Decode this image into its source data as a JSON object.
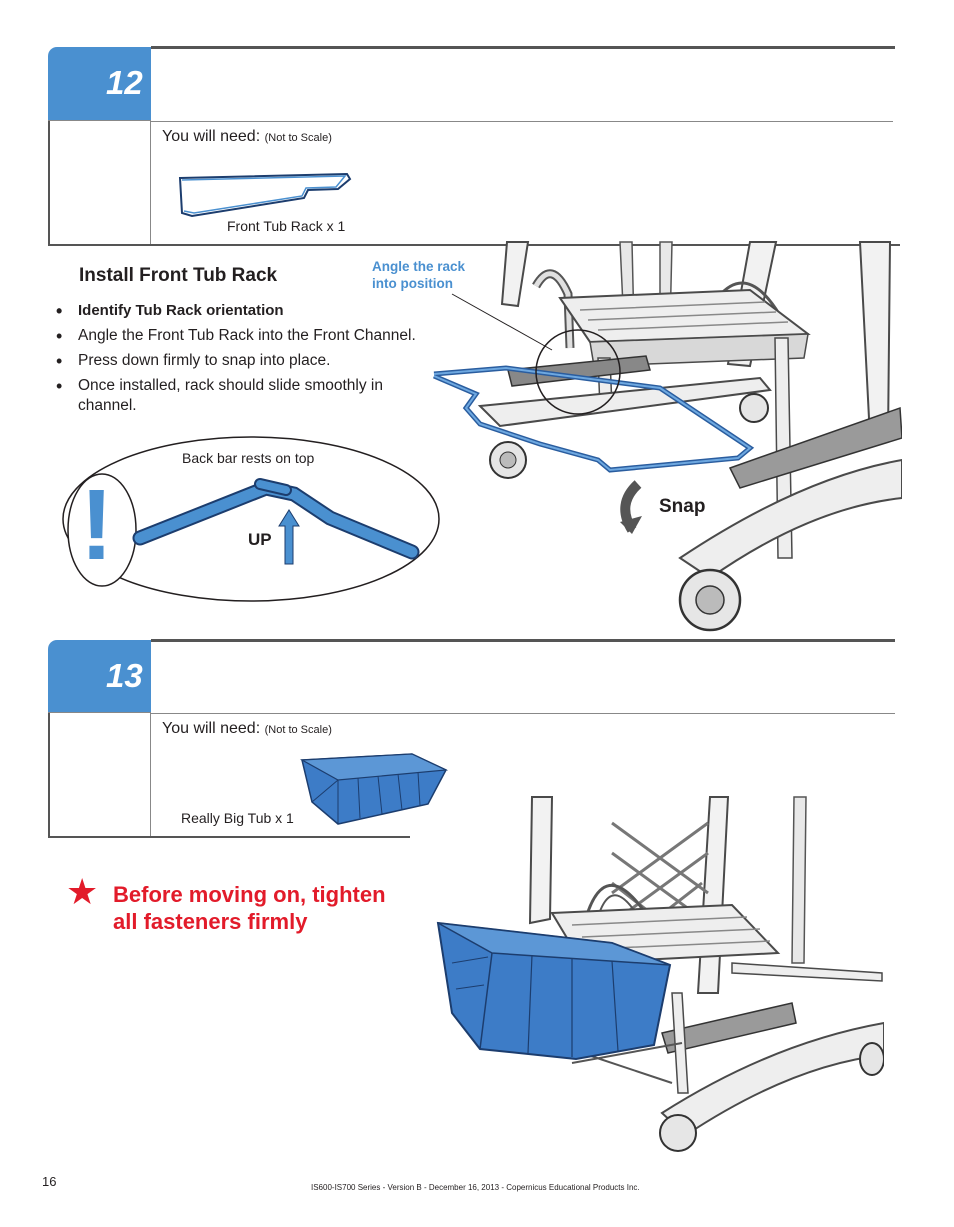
{
  "step12": {
    "number": "12",
    "you_will_need": "You will need:",
    "not_to_scale": "(Not to Scale)",
    "part_caption": "Front Tub Rack x 1",
    "section_title": "Install Front Tub Rack",
    "bullets": [
      "Identify Tub Rack orientation",
      "Angle the Front Tub Rack into the Front Channel.",
      "Press down firmly to snap into place.",
      "Once installed, rack should slide smoothly in channel."
    ],
    "angle_note": [
      "Angle the rack",
      "into position"
    ],
    "snap_label": "Snap",
    "detail_caption": "Back bar rests on top",
    "up_label": "UP",
    "exclamation": "!"
  },
  "step13": {
    "number": "13",
    "you_will_need": "You will need:",
    "not_to_scale": "(Not to Scale)",
    "part_caption": "Really Big Tub x 1",
    "warning_line1": "Before moving on, tighten",
    "warning_line2": "all fasteners firmly",
    "star": "★"
  },
  "footer": {
    "page_number": "16",
    "text": "IS600-IS700 Series - Version B - December 16, 2013 - Copernicus Educational Products Inc."
  },
  "colors": {
    "accent_blue": "#4a90d0",
    "warning_red": "#e21b2a",
    "text": "#231f20"
  }
}
